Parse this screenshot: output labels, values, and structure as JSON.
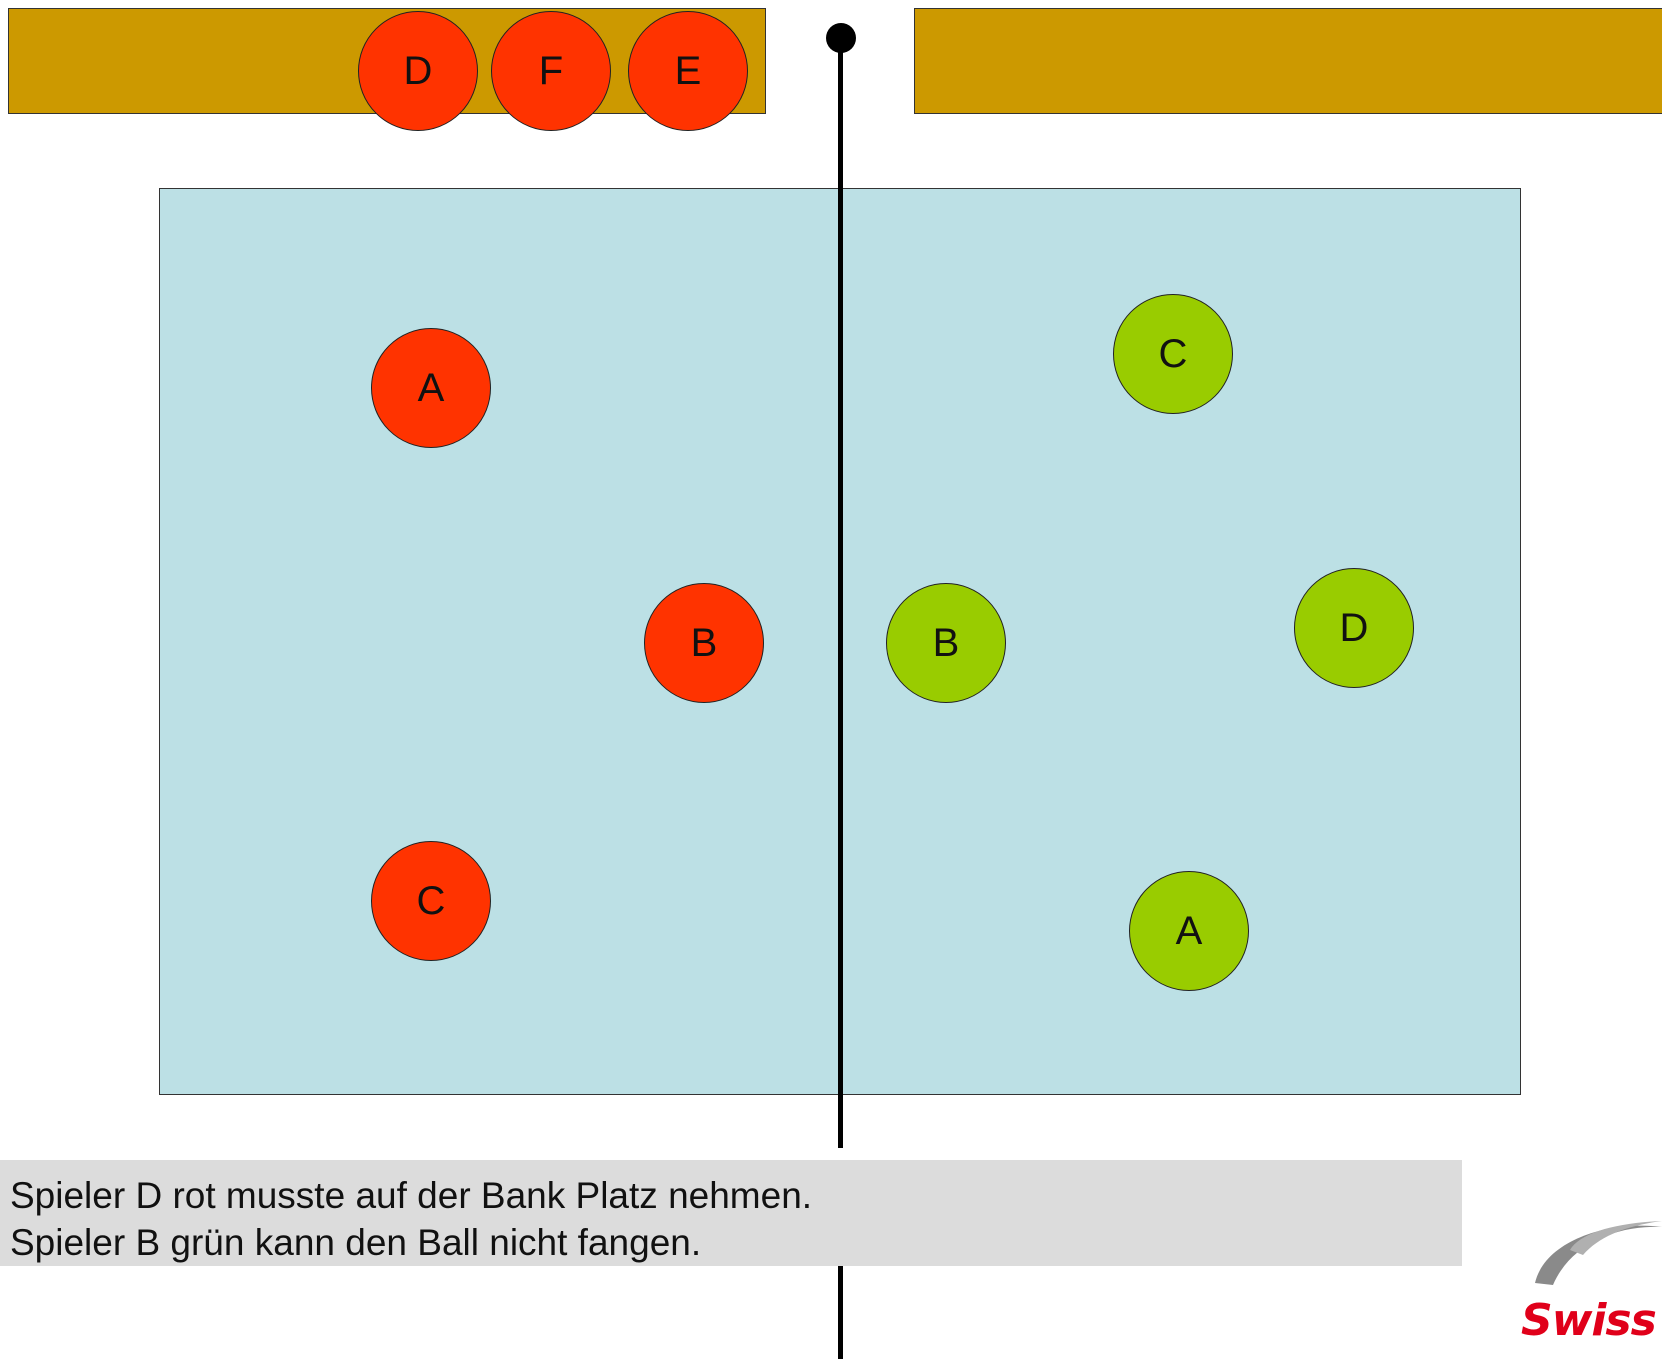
{
  "colors": {
    "bench": "#cc9900",
    "court": "#bce0e5",
    "team_red": "#ff3300",
    "team_green": "#99cc00",
    "caption_bg": "#dcdcdc",
    "logo_red": "#e0001a"
  },
  "bench_players": [
    {
      "label": "D",
      "team": "red"
    },
    {
      "label": "F",
      "team": "red"
    },
    {
      "label": "E",
      "team": "red"
    }
  ],
  "court_players_red": [
    {
      "label": "A"
    },
    {
      "label": "B"
    },
    {
      "label": "C"
    }
  ],
  "court_players_green": [
    {
      "label": "C"
    },
    {
      "label": "B"
    },
    {
      "label": "D"
    },
    {
      "label": "A"
    }
  ],
  "caption": {
    "line1": "Spieler D rot musste auf der Bank Platz nehmen.",
    "line2": "Spieler B grün kann den Ball nicht fangen."
  },
  "logo": {
    "text": "Swiss"
  }
}
